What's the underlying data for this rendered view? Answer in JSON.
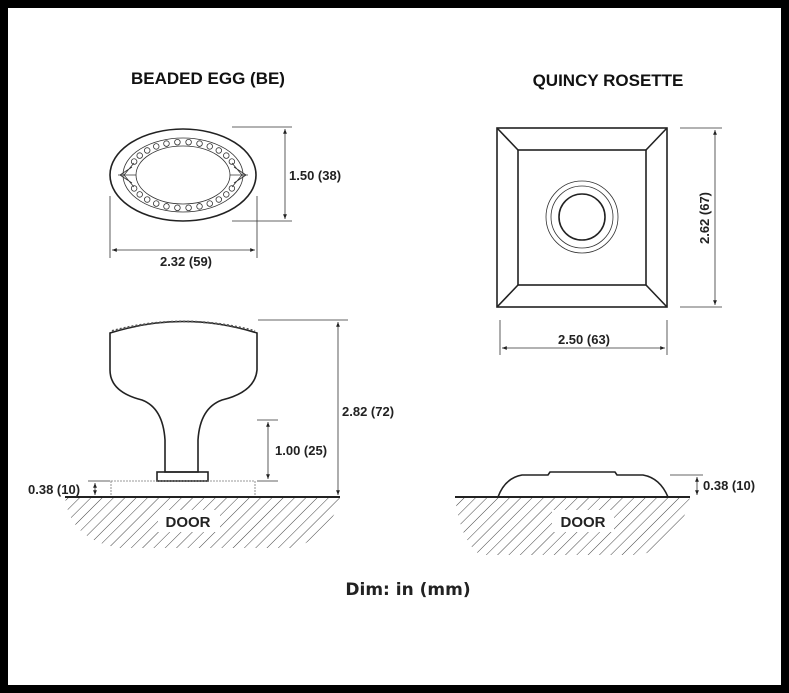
{
  "left_view": {
    "title": "BEADED EGG (BE)",
    "width_dim": "2.32 (59)",
    "height_dim": "1.50 (38)",
    "overall_height_dim": "2.82 (72)",
    "projection_dim": "1.00 (25)",
    "rosette_thickness_dim": "0.38 (10)",
    "door_label": "DOOR"
  },
  "right_view": {
    "title": "QUINCY ROSETTE",
    "height_dim": "2.62 (67)",
    "width_dim": "2.50 (63)",
    "thickness_dim": "0.38 (10)",
    "door_label": "DOOR"
  },
  "caption": "Dim: in (mm)"
}
